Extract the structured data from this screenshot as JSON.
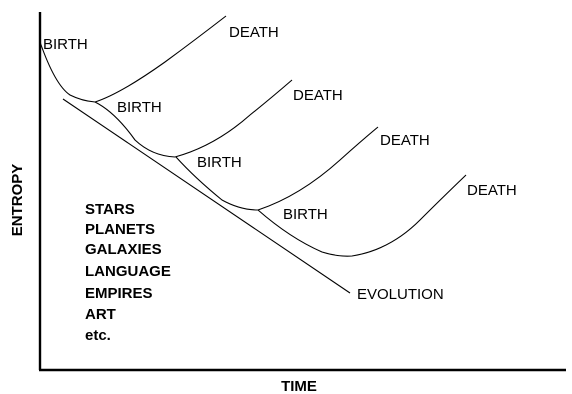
{
  "axes": {
    "y_label": "ENTROPY",
    "x_label": "TIME"
  },
  "curves": [
    {
      "birth_label": "BIRTH",
      "death_label": "DEATH"
    },
    {
      "birth_label": "BIRTH",
      "death_label": "DEATH"
    },
    {
      "birth_label": "BIRTH",
      "death_label": "DEATH"
    },
    {
      "birth_label": "BIRTH",
      "death_label": "DEATH"
    }
  ],
  "evolution_label": "EVOLUTION",
  "examples": [
    "STARS",
    "PLANETS",
    "GALAXIES",
    "LANGUAGE",
    "EMPIRES",
    "ART",
    "etc."
  ]
}
